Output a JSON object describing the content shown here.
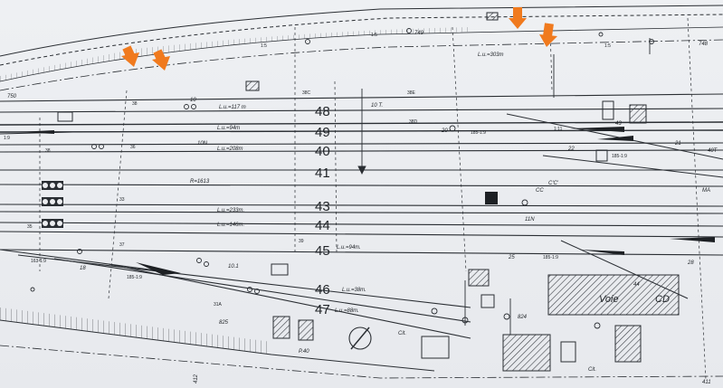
{
  "title": "",
  "track_numbers": [
    "48",
    "49",
    "40",
    "41",
    "43",
    "44",
    "45",
    "46",
    "47"
  ],
  "useful_lengths": {
    "t48": "L.u.=117 m",
    "t49": "L.u.=94m",
    "t40": "L.u.=208m",
    "t43": "L.u.=233m.",
    "t44": "L.u.=146m.",
    "t45": "L.u.=94m.",
    "t46": "L.u.=38m.",
    "t47": "L.u.=88m.",
    "top": "L.u.=303m"
  },
  "radius_label": "R=1613",
  "kilometre_posts": [
    "749",
    "748",
    "750",
    "411",
    "412"
  ],
  "labels": {
    "k10t": "10 T.",
    "k10n": "10N",
    "k10": "10",
    "k101": "10.1",
    "k825": "825",
    "k824": "824",
    "k20": "20",
    "k21": "21",
    "k22": "22",
    "k25": "25",
    "k28": "28",
    "k18": "18",
    "k11n": "11N",
    "k40t": "40T",
    "k43": "43",
    "k44": "44",
    "kp40": "P.40",
    "kcit1": "Cit.",
    "kcit2": "Cit.",
    "kcc1": "C'C'",
    "kcc2": "CC",
    "kma": "MA",
    "kvoie": "Voie",
    "kcd": "CD",
    "r185a": "185-1:9",
    "r185b": "185-1:9",
    "r185c": "185-1:9",
    "r185d": "185-1:9",
    "r163": "163-1:9",
    "r111": "1:11",
    "r19": "1:9",
    "r15a": "1:5",
    "r15b": "1:5",
    "r15c": "1:5",
    "k38e": "38E",
    "k38c": "38C",
    "k38d": "38D",
    "k38b": "38",
    "k31a": "31A",
    "k33": "33",
    "k35": "35",
    "k36": "36",
    "k37": "37",
    "k38": "38",
    "k39": "39"
  },
  "annotation_arrows": [
    {
      "id": "arrow-1",
      "color": "#f07a1e"
    },
    {
      "id": "arrow-2",
      "color": "#f07a1e"
    },
    {
      "id": "arrow-3",
      "color": "#f07a1e"
    },
    {
      "id": "arrow-4",
      "color": "#f07a1e"
    }
  ],
  "colors": {
    "paper": "#ecedf0",
    "ink": "#2a2e33",
    "annotation": "#f07a1e"
  }
}
